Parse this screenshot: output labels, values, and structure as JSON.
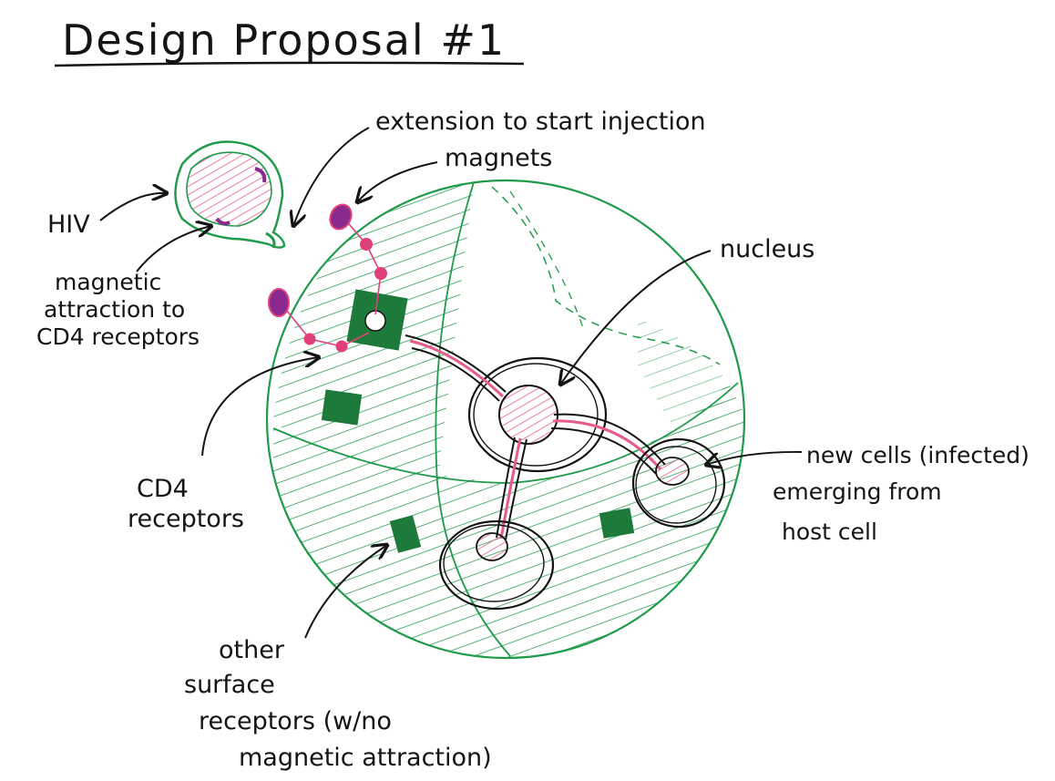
{
  "title": "Design Proposal #1",
  "labels": {
    "hiv": "HIV",
    "extension": "extension to start injection",
    "magnets": "magnets",
    "magnetic_attraction": [
      "magnetic",
      "attraction to",
      "CD4 receptors"
    ],
    "cd4_receptors": [
      "CD4",
      "receptors"
    ],
    "nucleus": "nucleus",
    "new_cells": [
      "new cells (infected)",
      "emerging from",
      "host cell"
    ],
    "other_receptors": [
      "other",
      "surface",
      "receptors (w/no",
      "magnetic attraction)"
    ]
  },
  "colors": {
    "ink": "#141414",
    "cell_green": "#1f9a4a",
    "receptor_fill": "#1e7a3a",
    "magnet_purple": "#8a2a8f",
    "magnet_pink": "#e0407a",
    "nucleus_pink": "#e85a8c"
  }
}
